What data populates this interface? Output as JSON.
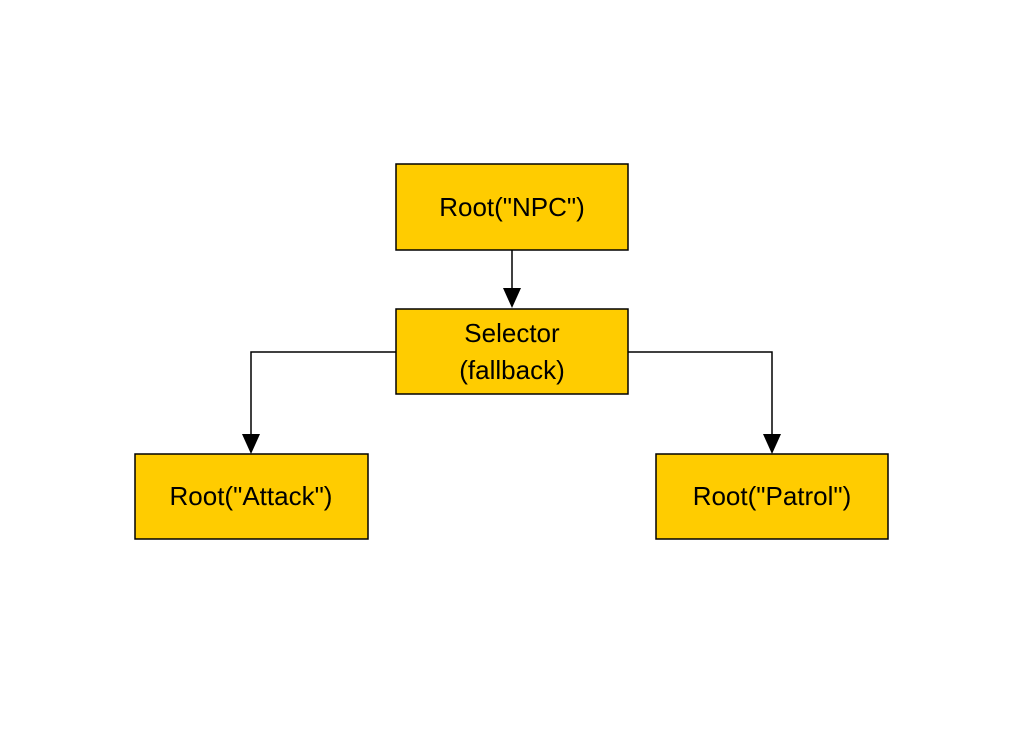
{
  "colors": {
    "node_fill": "#FFCC00",
    "node_stroke": "#000000",
    "edge": "#000000"
  },
  "nodes": {
    "root_npc": {
      "label": "Root(\"NPC\")"
    },
    "selector": {
      "label_line1": "Selector",
      "label_line2": "(fallback)"
    },
    "root_attack": {
      "label": "Root(\"Attack\")"
    },
    "root_patrol": {
      "label": "Root(\"Patrol\")"
    }
  },
  "edges": [
    {
      "from": "root_npc",
      "to": "selector"
    },
    {
      "from": "selector",
      "to": "root_attack"
    },
    {
      "from": "selector",
      "to": "root_patrol"
    }
  ]
}
